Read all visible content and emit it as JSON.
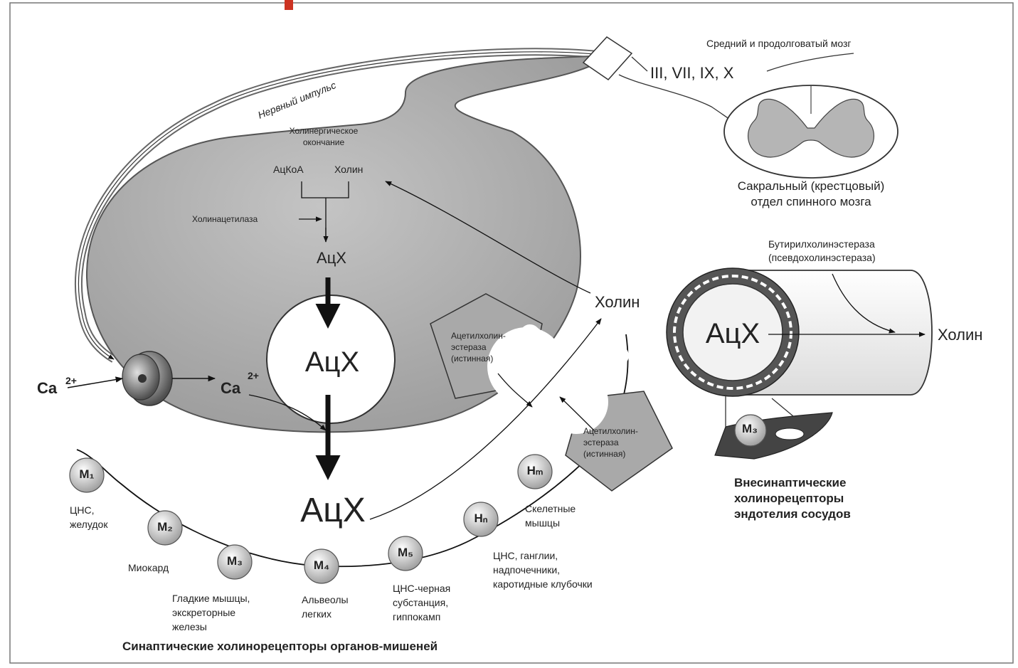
{
  "nerve_impulse": "Нервный импульс",
  "terminal": {
    "line1": "Холинергическое",
    "line2": "окончание"
  },
  "precursors": {
    "acetyl_coa": "АцКоА",
    "choline": "Холин"
  },
  "enzyme_synthesis": "Холинацетилаза",
  "ach_label": "АцХ",
  "choline_reuptake": "Холин",
  "ca": {
    "base": "Ca",
    "charge": "2+"
  },
  "ache_top": {
    "line1": "Ацетилхолин-",
    "line2": "эстераза",
    "line3": "(истинная)"
  },
  "ache_bottom": {
    "line1": "Ацетилхолин-",
    "line2": "эстераза",
    "line3": "(истинная)"
  },
  "brain": {
    "midbrain": "Средний и продолговатый мозг",
    "nerves": "III, VII, IX, X",
    "sacral_line1": "Сакральный (крестцовый)",
    "sacral_line2": "отдел спинного мозга"
  },
  "vessel": {
    "butyryl_line1": "Бутирилхолинэстераза",
    "butyryl_line2": "(псевдохолинэстераза)",
    "ach": "АцХ",
    "choline": "Холин",
    "receptor": "M₃",
    "caption_line1": "Внесинаптические",
    "caption_line2": "холинорецепторы",
    "caption_line3": "эндотелия сосудов"
  },
  "receptors": [
    {
      "label": "M₁",
      "desc": [
        "ЦНС,",
        "желудок"
      ]
    },
    {
      "label": "M₂",
      "desc": [
        "Миокард"
      ]
    },
    {
      "label": "M₃",
      "desc": [
        "Гладкие мышцы,",
        "экскреторные",
        "железы"
      ]
    },
    {
      "label": "M₄",
      "desc": [
        "Альвеолы",
        "легких"
      ]
    },
    {
      "label": "M₅",
      "desc": [
        "ЦНС-черная",
        "субстанция,",
        "гиппокамп"
      ]
    },
    {
      "label": "Hₙ",
      "desc": [
        "ЦНС, ганглии,",
        "надпочечники,",
        "каротидные клубочки"
      ]
    },
    {
      "label": "Hₘ",
      "desc": [
        "Скелетные",
        "мышцы"
      ]
    }
  ],
  "synaptic_caption": "Синаптические холинорецепторы органов-мишеней"
}
